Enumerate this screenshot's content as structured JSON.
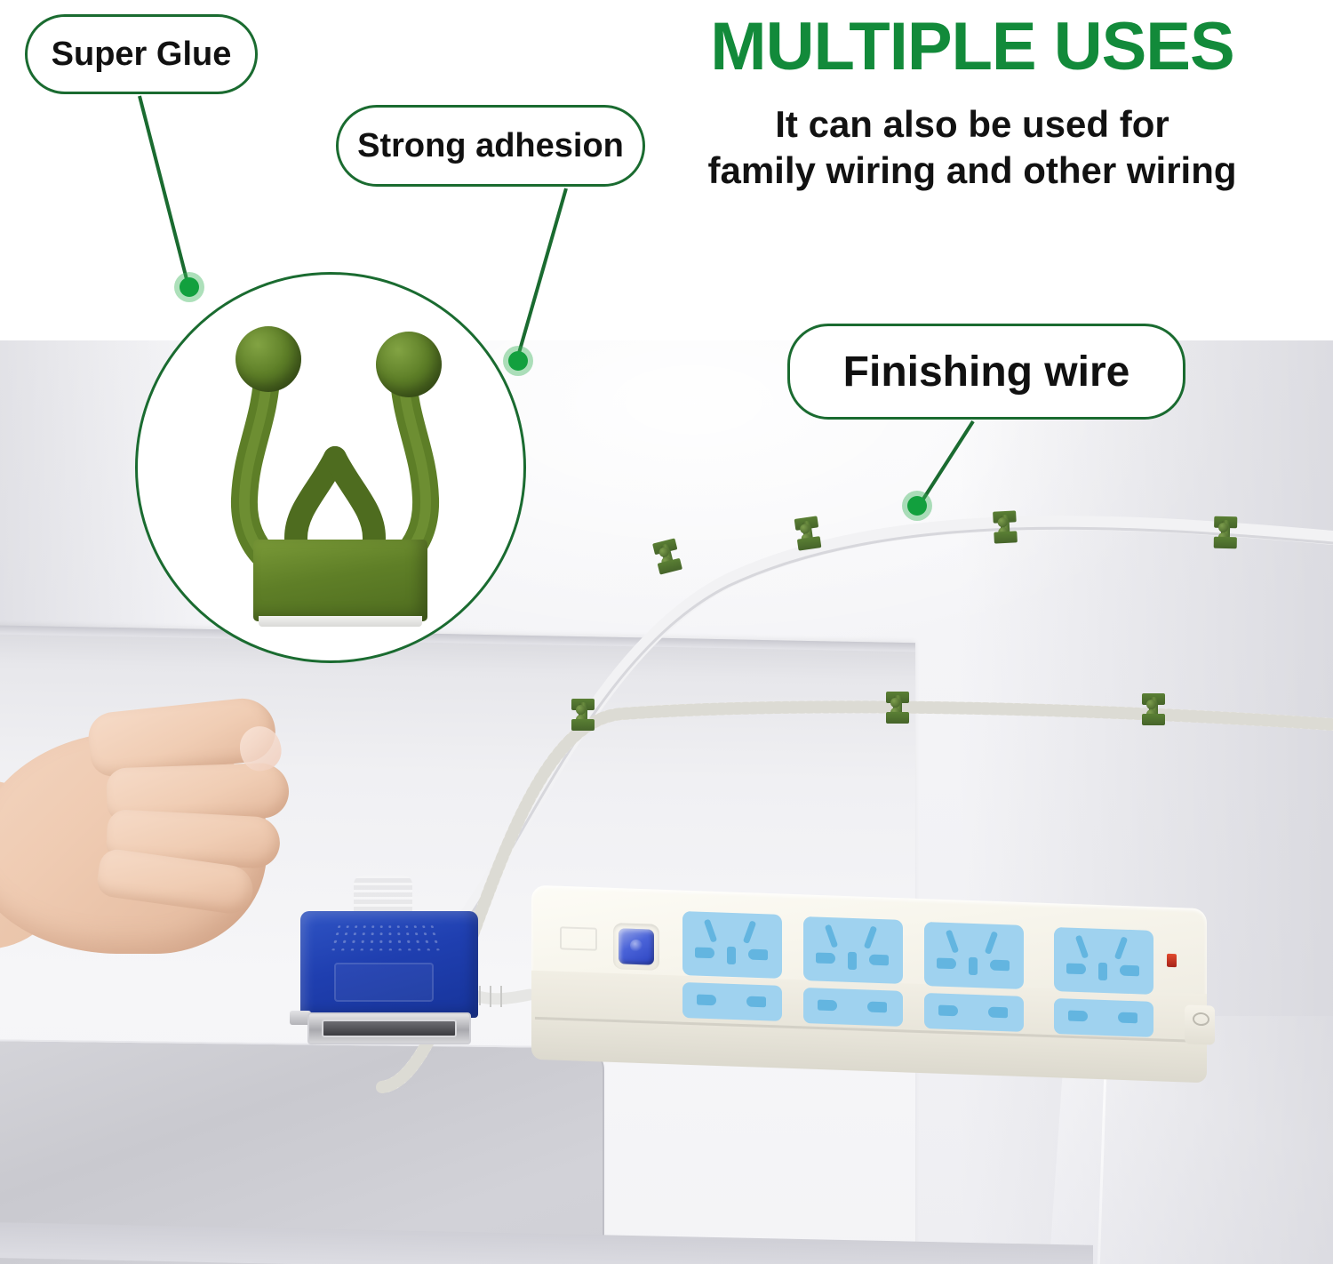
{
  "headline": {
    "title": "MULTIPLE USES",
    "subtitle_line_1": "It can also be used for",
    "subtitle_line_2": "family wiring and other wiring",
    "title_color": "#128a3a",
    "subtitle_color": "#121212"
  },
  "callouts": [
    {
      "id": "super-glue",
      "label": "Super Glue",
      "dot_color": "#12a03e",
      "border_color": "#1a6b30"
    },
    {
      "id": "strong-adhesion",
      "label": "Strong adhesion",
      "dot_color": "#12a03e",
      "border_color": "#1a6b30"
    },
    {
      "id": "finishing-wire",
      "label": "Finishing wire",
      "dot_color": "#12a03e",
      "border_color": "#1a6b30"
    }
  ],
  "product": {
    "name": "self-adhesive-cable-clip",
    "body_color": "#5f7f27",
    "knob_color": "#4e6c1f",
    "adhesive_pad_color": "#f2f2f0",
    "magnifier_border_color": "#1a6b30"
  },
  "scene": {
    "wall_color": "#f4f4f7",
    "desk_color": "#f0f0f3",
    "cable_top_color": "#e9e9ec",
    "cable_bottom_color": "#e3e3e0",
    "clips_top_row_count": 4,
    "clips_bottom_row_count": 3,
    "hand_color": "#efcbb2"
  },
  "connector": {
    "name": "parallel-port-connector",
    "body_color": "#1f3fb0",
    "shell_color": "#c9c9ce"
  },
  "power_strip": {
    "name": "power-strip",
    "body_color": "#f7f5ec",
    "socket_color": "#9fd2ef",
    "socket_hole_color": "#63b5e0",
    "switch_color": "#2b43c0",
    "led_color": "#e24a2e",
    "socket_group_count": 4,
    "socket_groups": [
      {
        "universal": "universal-socket",
        "duo": "two-pin-socket"
      },
      {
        "universal": "universal-socket",
        "duo": "two-pin-socket"
      },
      {
        "universal": "universal-socket",
        "duo": "two-pin-socket"
      },
      {
        "universal": "universal-socket",
        "duo": "two-pin-socket"
      }
    ]
  }
}
